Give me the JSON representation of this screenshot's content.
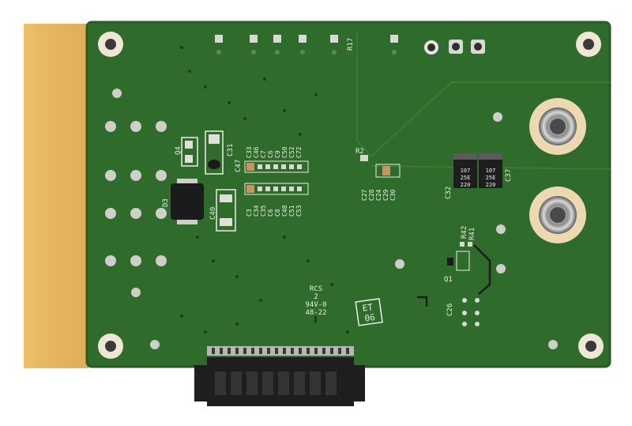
{
  "board": {
    "colors": {
      "soldermask": "#2f6b2a",
      "soldermask_dark": "#285c24",
      "gold_edge": "#e6b45c",
      "silkscreen": "#e8efe6",
      "copper_pad": "#c9c9c4",
      "connector": "#1e1e1e"
    },
    "refdes": {
      "r17": "R17",
      "r2": "R2",
      "q4": "Q4",
      "c31": "C31",
      "c47": "C47",
      "d3": "D3",
      "c40": "C40",
      "c32": "C32",
      "c37": "C37",
      "r42": "R42",
      "r41": "R41",
      "q1": "Q1",
      "c26": "C26",
      "cap_col_top": [
        "C33",
        "C46",
        "C7",
        "C6",
        "C9",
        "C50",
        "C52",
        "C72"
      ],
      "cap_col_bottom": [
        "C3",
        "C34",
        "C35",
        "C6",
        "C8",
        "C48",
        "C51",
        "C53"
      ],
      "cap_col_mid": [
        "C27",
        "C28",
        "C24",
        "C29",
        "C30"
      ]
    },
    "marking_lines": [
      "RCS",
      "2",
      "94V-0",
      "48-22"
    ],
    "et_box": [
      "ET",
      "06"
    ],
    "cap_marking": [
      "107",
      "25E",
      "220"
    ]
  }
}
